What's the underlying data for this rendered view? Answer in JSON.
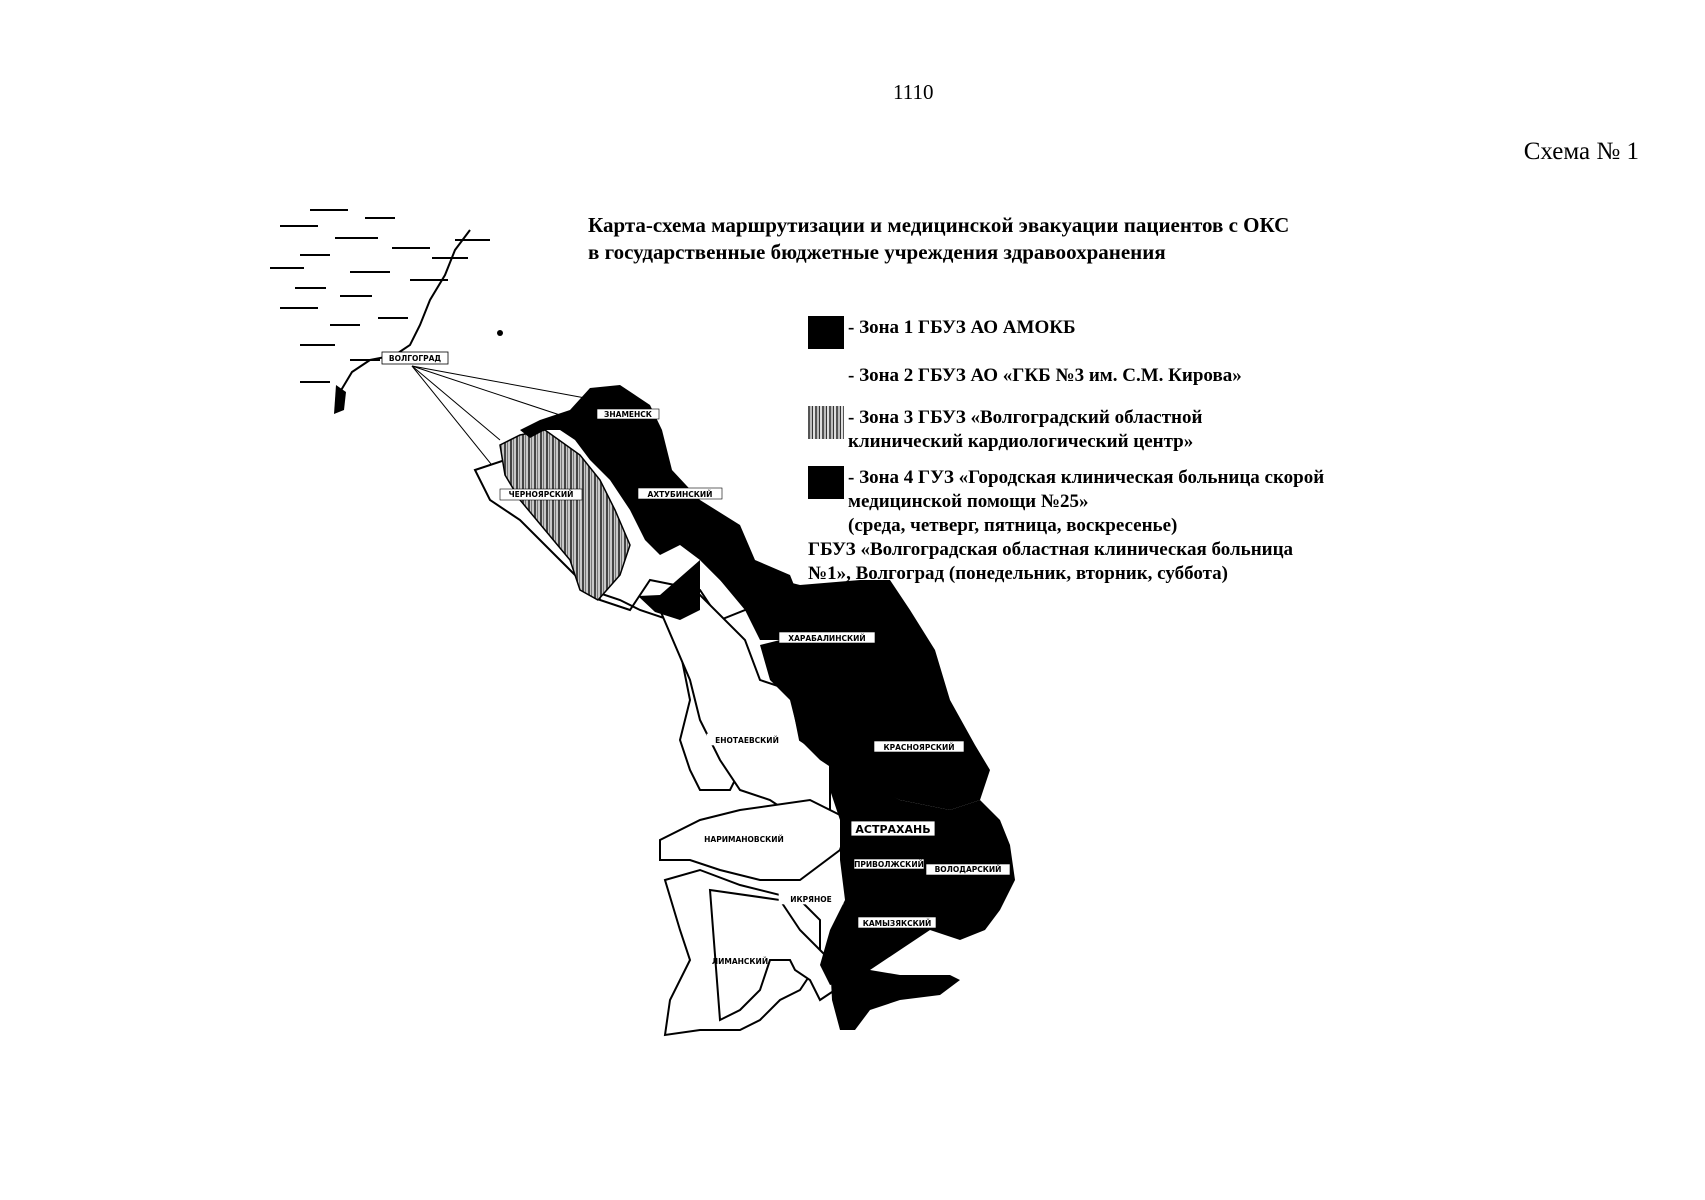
{
  "page_number": "1110",
  "schema_no": "Схема № 1",
  "title": {
    "line1": "Карта-схема маршрутизации и медицинской эвакуации пациентов с ОКС",
    "line2": "в государственные бюджетные учреждения здравоохранения"
  },
  "legend": [
    {
      "fill": "black",
      "lines": [
        "- Зона 1 ГБУЗ АО АМОКБ"
      ]
    },
    {
      "fill": "white",
      "lines": [
        "- Зона 2 ГБУЗ АО «ГКБ №3  им. С.М. Кирова»"
      ]
    },
    {
      "fill": "hatch",
      "lines": [
        "- Зона 3 ГБУЗ «Волгоградский областной",
        "клинический кардиологический центр»"
      ]
    },
    {
      "fill": "black",
      "lines": [
        "- Зона 4 ГУЗ «Городская клиническая больница скорой",
        "медицинской помощи №25»",
        "(среда, четверг, пятница, воскресенье)",
        "ГБУЗ «Волгоградская областная клиническая больница",
        "№1», Волгоград (понедельник, вторник, суббота)"
      ]
    }
  ],
  "map": {
    "inset_city": "ВОЛГОГРАД",
    "districts": {
      "znamensk": "ЗНАМЕНСК",
      "chernoyarsky": "ЧЕРНОЯРСКИЙ",
      "akhtubinsky": "АХТУБИНСКИЙ",
      "kharabalinsky": "ХАРАБАЛИНСКИЙ",
      "enotaevsky": "ЕНОТАЕВСКИЙ",
      "krasnoyarsky": "КРАСНОЯРСКИЙ",
      "narimanovsky": "НАРИМАНОВСКИЙ",
      "astrakhan": "АСТРАХАНЬ",
      "privolzhsky": "ПРИВОЛЖСКИЙ",
      "volodarsky": "ВОЛОДАРСКИЙ",
      "ikryanoe": "ИКРЯНОЕ",
      "kamyzyaksky": "КАМЫЗЯКСКИЙ",
      "limansky": "ЛИМАНСКИЙ"
    }
  },
  "colors": {
    "zone_black": "#000000",
    "zone_white": "#ffffff",
    "zone_hatch": "#888888"
  }
}
